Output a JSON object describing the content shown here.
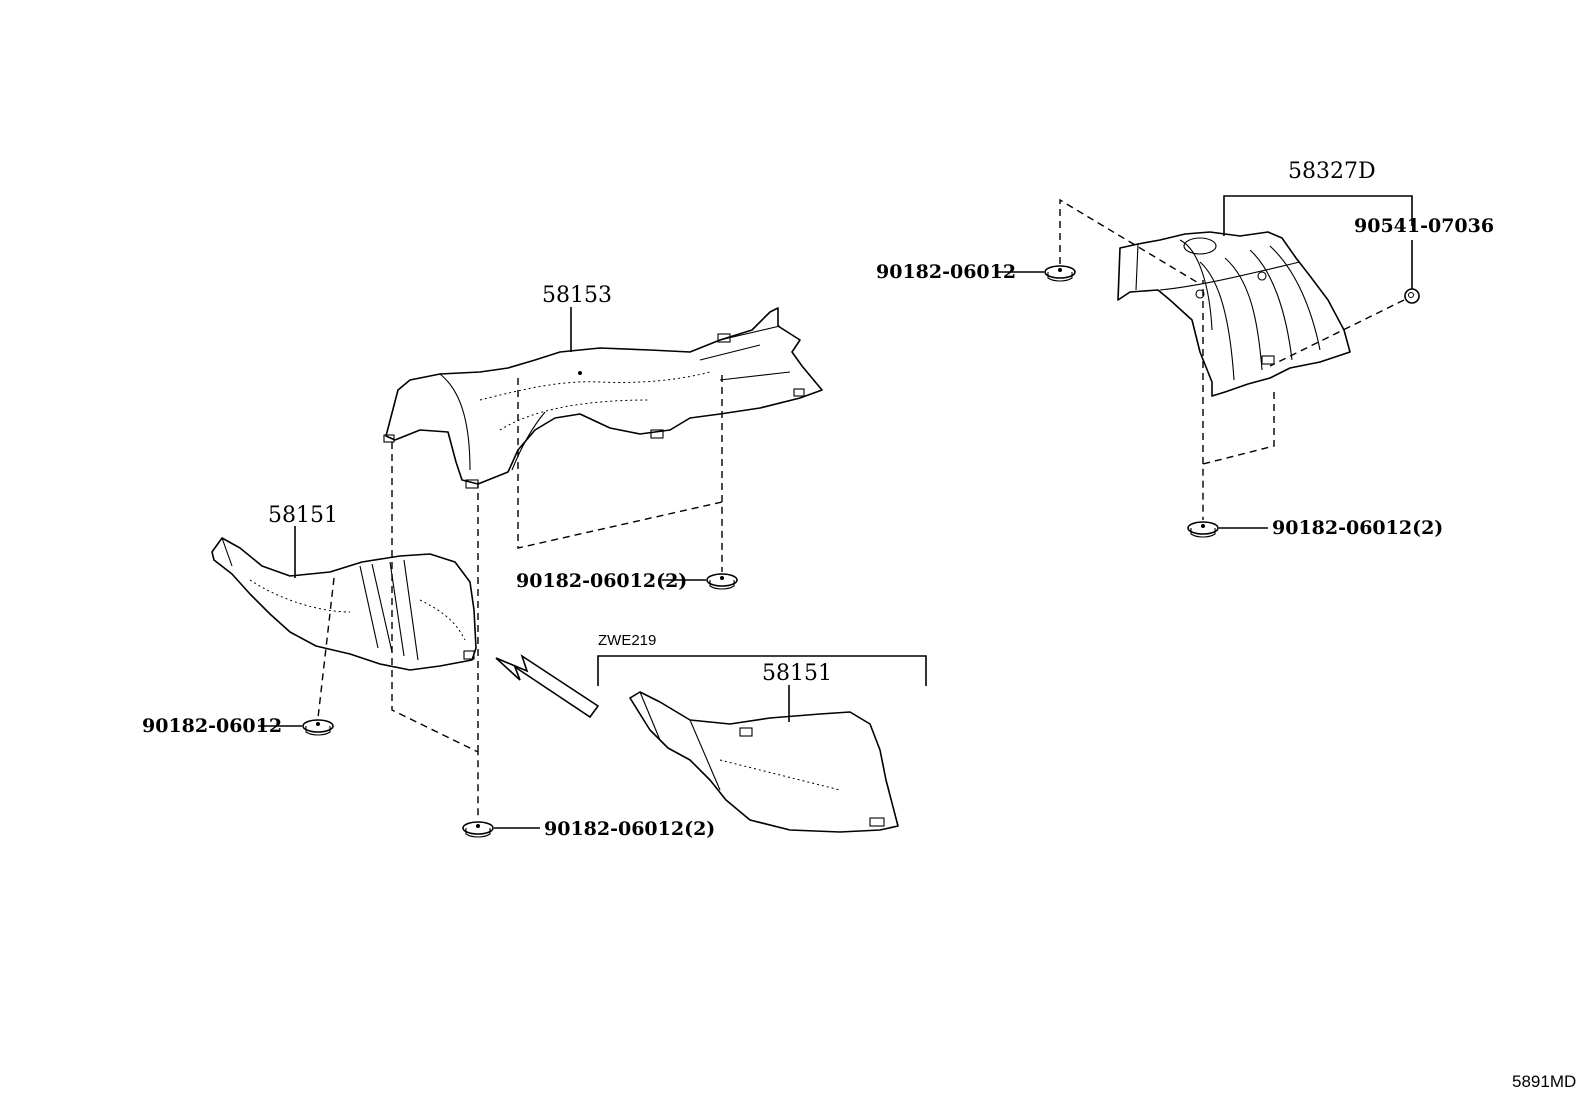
{
  "labels": {
    "part_58153": "58153",
    "part_58151_main": "58151",
    "part_58151_variant": "58151",
    "part_58327d": "58327D",
    "part_90541": "90541-07036",
    "clip_upper_right_single": "90182-06012",
    "clip_upper_right_pair": "90182-06012(2)",
    "clip_center_pair": "90182-06012(2)",
    "clip_left_single": "90182-06012",
    "clip_bottom_pair": "90182-06012(2)",
    "variant_code": "ZWE219",
    "diagram_code": "5891MD"
  }
}
